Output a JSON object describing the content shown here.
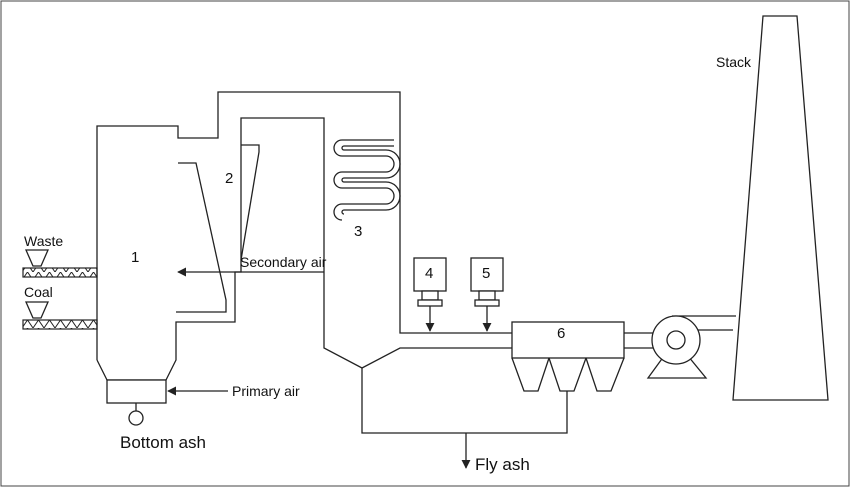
{
  "labels": {
    "waste": "Waste",
    "coal": "Coal",
    "secondary_air": "Secondary air",
    "primary_air": "Primary air",
    "bottom_ash": "Bottom ash",
    "fly_ash": "Fly ash",
    "stack": "Stack"
  },
  "numbers": {
    "n1": "1",
    "n2": "2",
    "n3": "3",
    "n4": "4",
    "n5": "5",
    "n6": "6"
  }
}
